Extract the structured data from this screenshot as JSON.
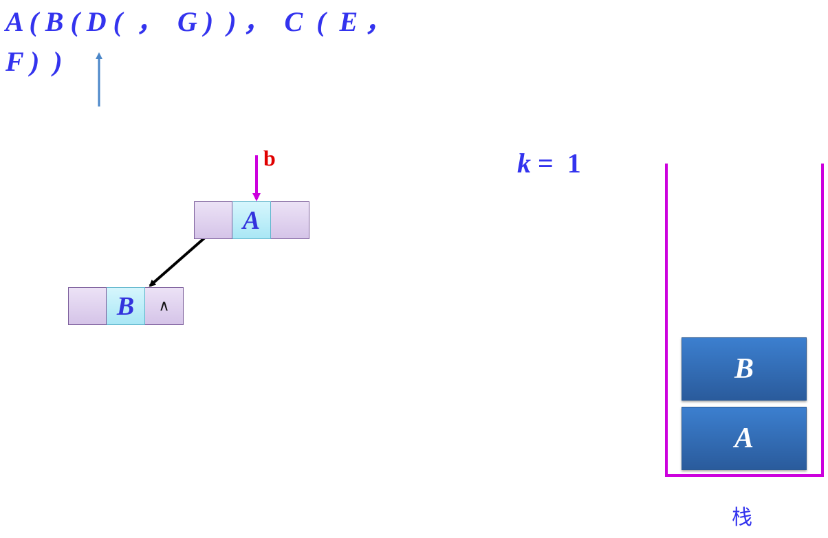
{
  "expression": {
    "line1": "A ( B ( D (  ，  G )  ) ，  C  (  E ，",
    "line2": "F )  )"
  },
  "nodes": {
    "node_a": {
      "data": "A"
    },
    "node_b": {
      "data": "B",
      "right": "∧"
    }
  },
  "pointer_label": "b",
  "counter": {
    "var": "k",
    "eq": "=",
    "value": "1"
  },
  "stack": {
    "items": [
      "B",
      "A"
    ],
    "label": "栈"
  },
  "colors": {
    "text_blue": "#3333ee",
    "pointer_red": "#e00000",
    "stack_wall": "#cc00dd",
    "stack_box": "#3a78c6"
  }
}
